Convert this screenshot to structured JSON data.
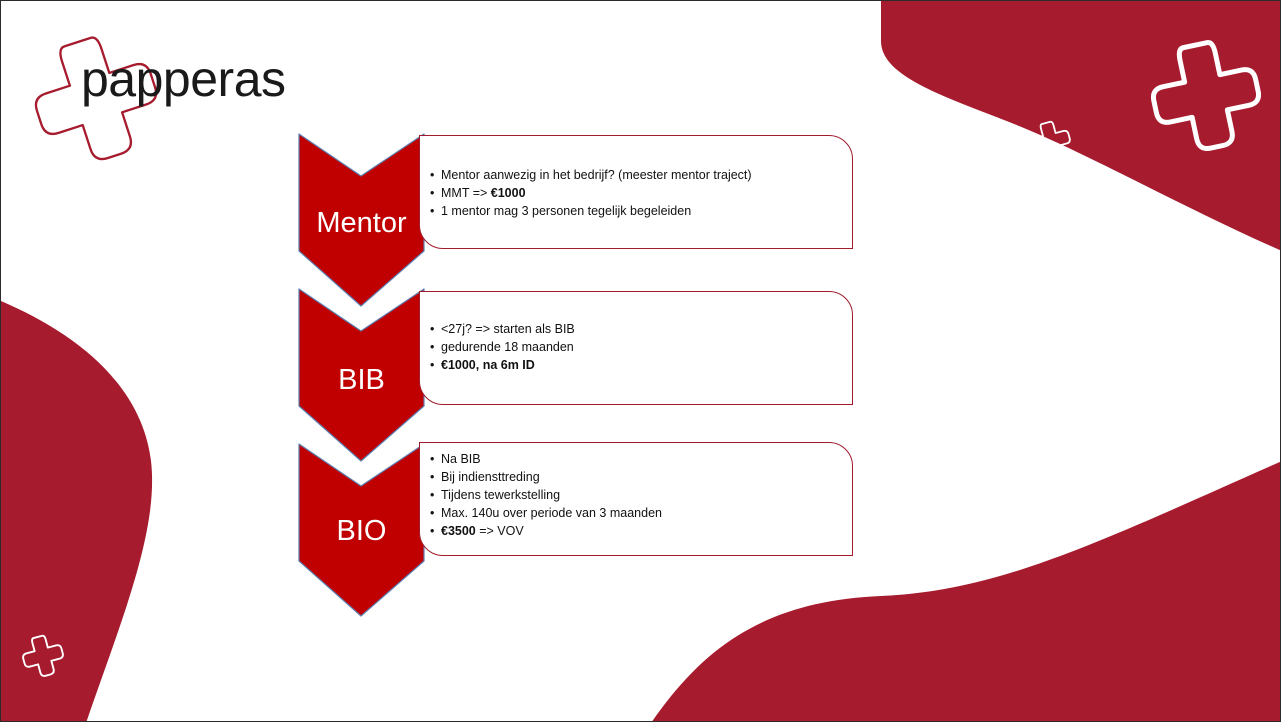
{
  "logo": {
    "text": "papperas",
    "mark": "plus-outline-icon"
  },
  "colors": {
    "brand": "#a61b2d",
    "arrow": "#c00000",
    "arrow_edge": "#5b7fb0",
    "text": "#111111"
  },
  "steps": [
    {
      "title": "Mentor",
      "bullets": [
        {
          "text": "Mentor aanwezig in het bedrijf? (meester mentor traject)",
          "bold": ""
        },
        {
          "text": "MMT => ",
          "bold": "€1000"
        },
        {
          "text": "1 mentor mag 3 personen tegelijk begeleiden",
          "bold": ""
        }
      ]
    },
    {
      "title": "BIB",
      "bullets": [
        {
          "text": "<27j? => starten als BIB",
          "bold": ""
        },
        {
          "text": "gedurende 18 maanden",
          "bold": ""
        },
        {
          "text": "",
          "bold": "€1000, na 6m ID"
        }
      ]
    },
    {
      "title": "BIO",
      "bullets": [
        {
          "text": "Na BIB",
          "bold": ""
        },
        {
          "text": "Bij indiensttreding",
          "bold": ""
        },
        {
          "text": "Tijdens tewerkstelling",
          "bold": ""
        },
        {
          "text": "Max. 140u over periode van 3 maanden",
          "bold": ""
        },
        {
          "bold": "€3500",
          "text": " => VOV"
        }
      ]
    }
  ]
}
